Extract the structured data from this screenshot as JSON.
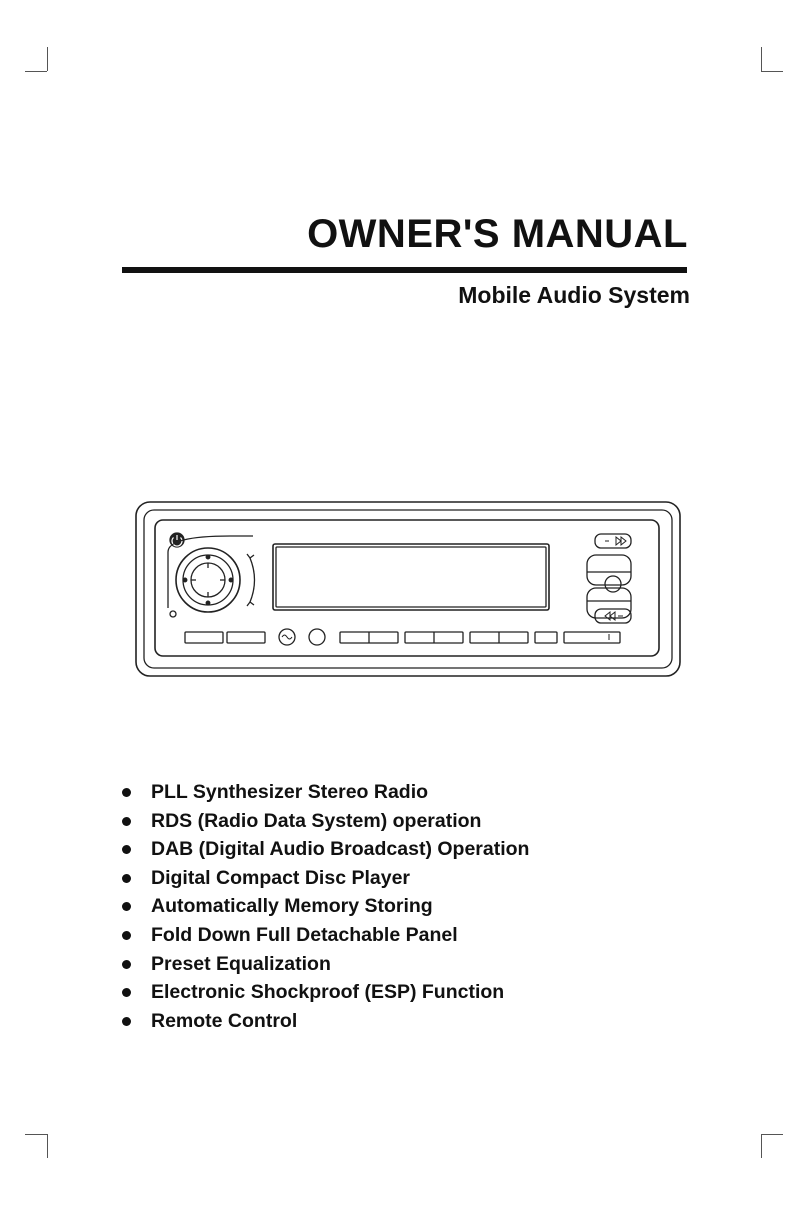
{
  "header": {
    "title": "OWNER'S MANUAL",
    "subtitle": "Mobile Audio System"
  },
  "illustration": {
    "subject": "car-stereo-faceplate-icon"
  },
  "features": [
    "PLL Synthesizer Stereo Radio",
    "RDS (Radio Data System) operation",
    "DAB (Digital Audio Broadcast) Operation",
    "Digital Compact Disc Player",
    "Automatically Memory Storing",
    "Fold Down Full Detachable Panel",
    "Preset Equalization",
    "Electronic Shockproof (ESP) Function",
    "Remote Control"
  ]
}
